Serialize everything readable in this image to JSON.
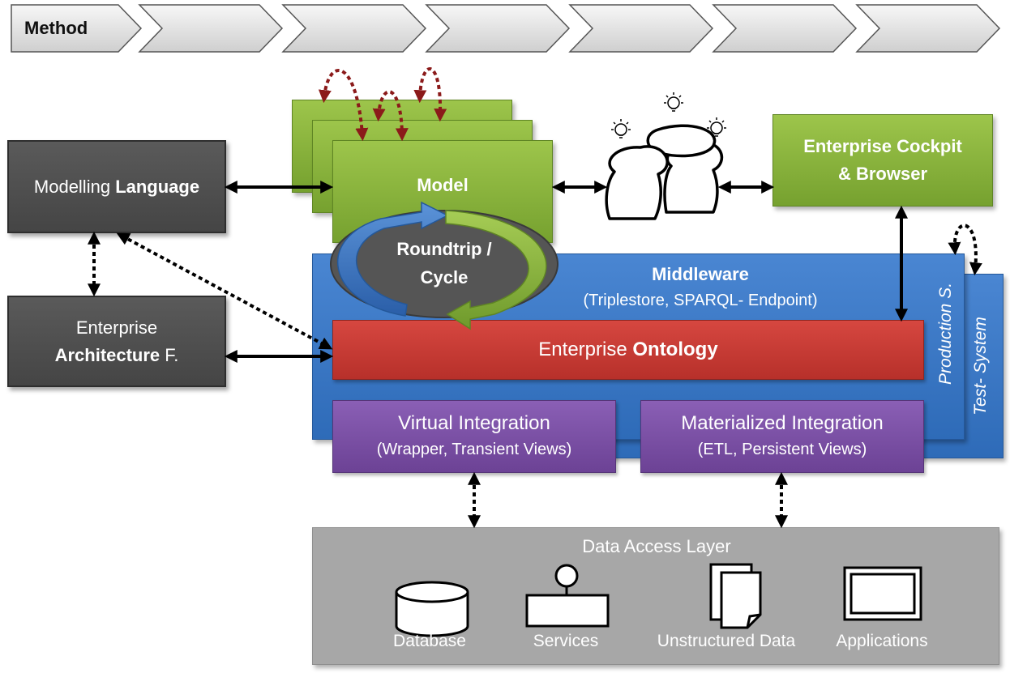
{
  "method": {
    "label": "Method",
    "steps": [
      "",
      "",
      "",
      "",
      "",
      ""
    ]
  },
  "left": {
    "language": {
      "plain": "Modelling",
      "bold": "Language"
    },
    "architecture": {
      "line1": "Enterprise",
      "bold": "Architecture",
      "suffix": "F."
    }
  },
  "model": {
    "label": "Model"
  },
  "cycle": {
    "line1": "Roundtrip /",
    "line2": "Cycle"
  },
  "cockpit": {
    "line1": "Enterprise Cockpit",
    "line2": "& Browser"
  },
  "middleware": {
    "title": "Middleware",
    "subtitle": "(Triplestore, SPARQL- Endpoint)"
  },
  "ontology": {
    "plain": "Enterprise",
    "bold": "Ontology"
  },
  "systems": {
    "production": "Production S.",
    "test": "Test- System"
  },
  "integration": {
    "virtual": {
      "title": "Virtual Integration",
      "subtitle": "(Wrapper, Transient Views)"
    },
    "materialized": {
      "title": "Materialized Integration",
      "subtitle": "(ETL, Persistent Views)"
    }
  },
  "data_access": {
    "title": "Data Access Layer",
    "items": [
      "Database",
      "Services",
      "Unstructured Data",
      "Applications"
    ]
  },
  "colors": {
    "dark": "#4d4d4d",
    "green": "#8ab63f",
    "blue": "#3a78c5",
    "red": "#c8382f",
    "purple": "#7b52a6",
    "grey": "#a7a7a7",
    "arrow_red": "#8b1a1a"
  }
}
